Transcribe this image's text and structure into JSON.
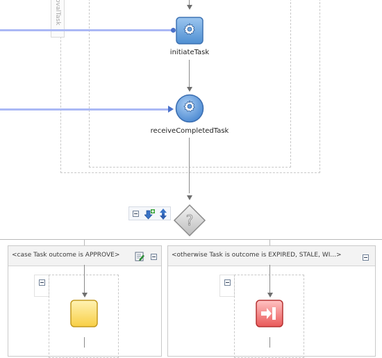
{
  "colors": {
    "invoke_fill": "#6aa4df",
    "receive_fill": "#5e9ae0",
    "partner_link": "#aab8f5",
    "empty_activity_fill": "#fde07a",
    "throw_activity_fill": "#f07a7a"
  },
  "scope": {
    "side_label": "ApprovalTask"
  },
  "activities": {
    "initiate_label": "initiateTask",
    "receive_label": "receiveCompletedTask",
    "initiate_icon": "gear-icon",
    "receive_icon": "gear-icon"
  },
  "switch": {
    "icon": "question-diamond-icon"
  },
  "cases": [
    {
      "label": "<case Task outcome is APPROVE>",
      "activity_icon": "empty-activity-icon"
    },
    {
      "label": "<otherwise Task is outcome is EXPIRED, STALE, WI...>",
      "activity_icon": "throw-activity-icon"
    }
  ]
}
